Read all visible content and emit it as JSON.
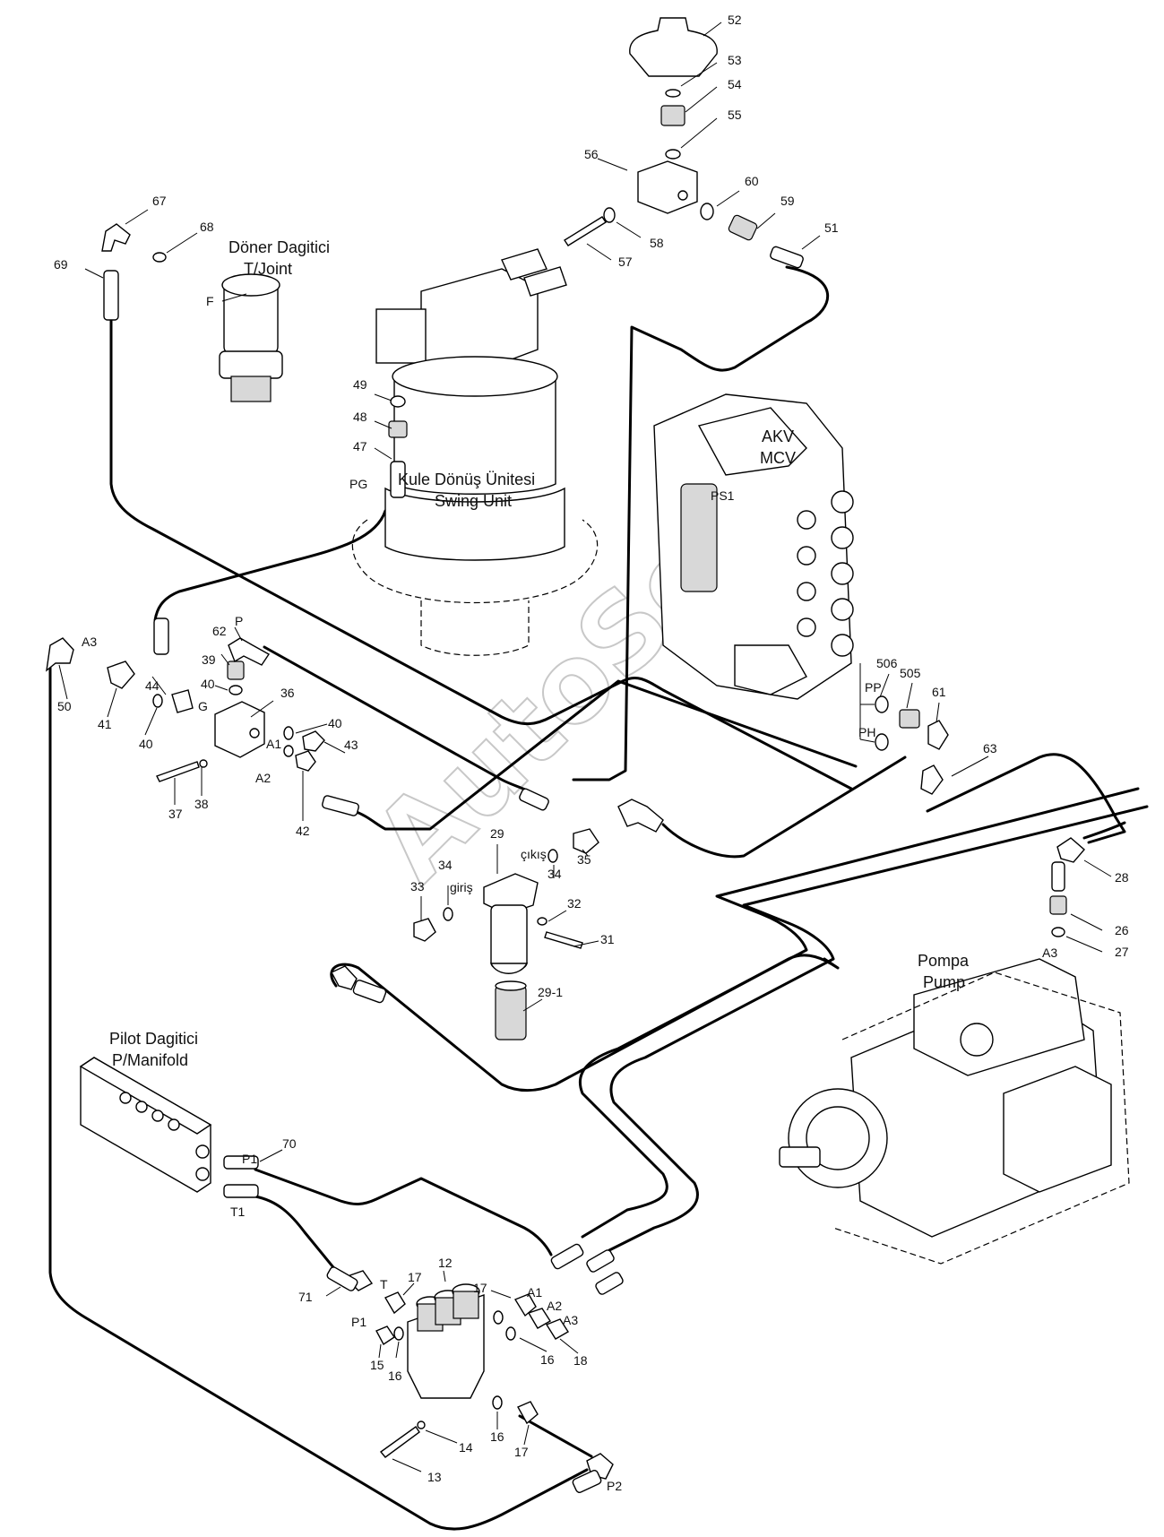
{
  "watermark": "AutoSoft",
  "components": {
    "t_joint": [
      "Döner Dagitici",
      "T/Joint"
    ],
    "swing_unit": [
      "Kule Dönüş Ünitesi",
      "Swing Unit"
    ],
    "mcv": [
      "AKV",
      "MCV"
    ],
    "pump": [
      "Pompa",
      "Pump"
    ],
    "pilot_manifold": [
      "Pilot Dagitici",
      "P/Manifold"
    ]
  },
  "port_labels": {
    "f": "F",
    "pg": "PG",
    "a3_top": "A3",
    "p_top": "P",
    "g": "G",
    "a1_top": "A1",
    "a2_top": "A2",
    "pp": "PP",
    "ph": "PH",
    "cikis": "çıkış",
    "giris": "giriş",
    "a3_pump": "A3",
    "p1_manifold": "P1",
    "t1_manifold": "T1",
    "t_block": "T",
    "p1_block": "P1",
    "a1_bottom": "A1",
    "a2_bottom": "A2",
    "a3_bottom": "A3",
    "p2": "P2",
    "ps1": "PS1"
  },
  "callouts": {
    "n52": "52",
    "n53": "53",
    "n54": "54",
    "n55": "55",
    "n56": "56",
    "n60": "60",
    "n59": "59",
    "n51": "51",
    "n58": "58",
    "n57": "57",
    "n67": "67",
    "n68": "68",
    "n69": "69",
    "n49": "49",
    "n48": "48",
    "n47": "47",
    "n62": "62",
    "n39": "39",
    "n40a": "40",
    "n36": "36",
    "n44": "44",
    "n50": "50",
    "n41": "41",
    "n40b": "40",
    "n40c": "40",
    "n43": "43",
    "n37": "37",
    "n38": "38",
    "n42": "42",
    "n506": "506",
    "n505": "505",
    "n61": "61",
    "n63": "63",
    "n29": "29",
    "n34a": "34",
    "n35": "35",
    "n34b": "34",
    "n33": "33",
    "n32": "32",
    "n31": "31",
    "n29_1": "29-1",
    "n28": "28",
    "n26": "26",
    "n27": "27",
    "n70": "70",
    "n71": "71",
    "n17a": "17",
    "n12": "12",
    "n17b": "17",
    "n15": "15",
    "n16a": "16",
    "n16b": "16",
    "n18": "18",
    "n16c": "16",
    "n14": "14",
    "n13": "13",
    "n17c": "17"
  }
}
